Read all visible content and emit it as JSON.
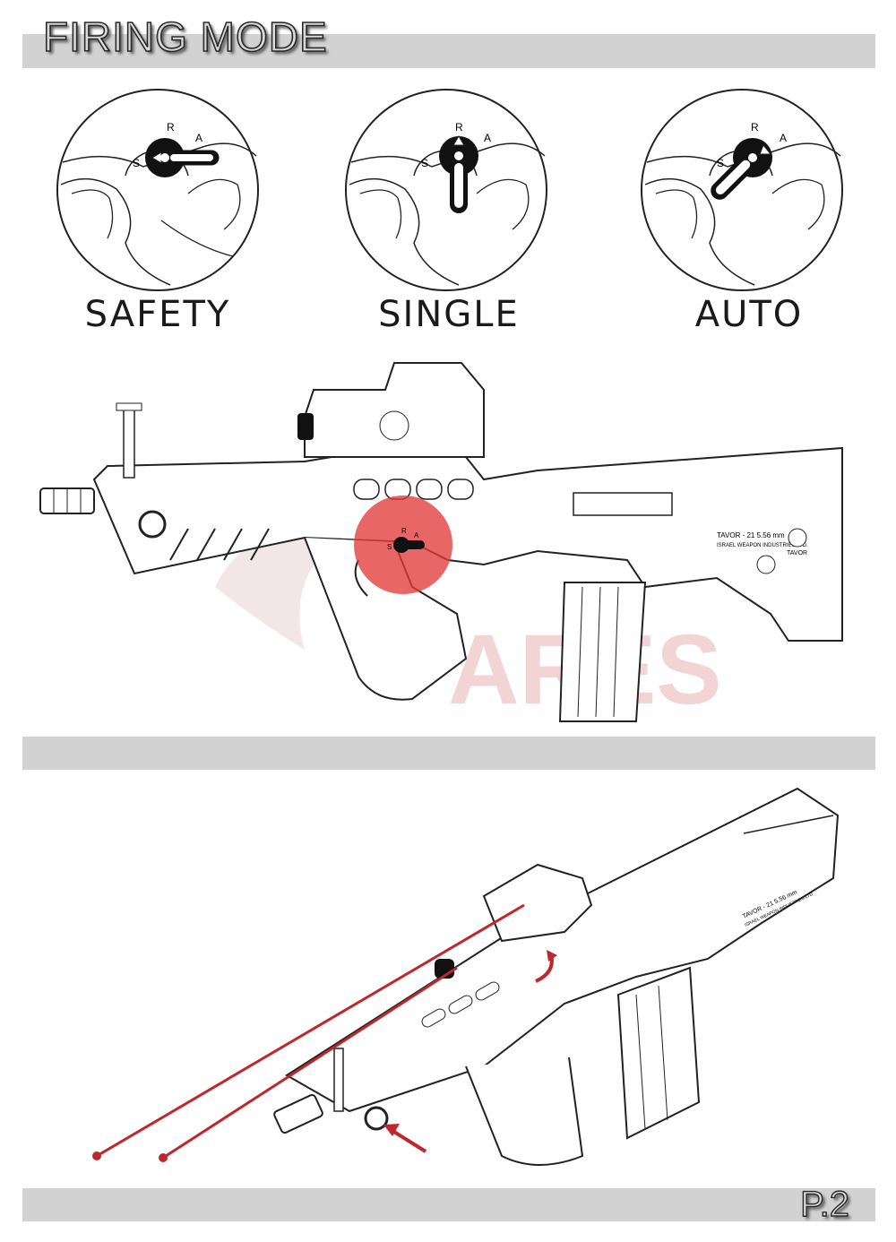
{
  "header": {
    "title": "FIRING MODE"
  },
  "modes": [
    {
      "label": "SAFETY",
      "selector_letters": [
        "S",
        "R",
        "A"
      ],
      "position": "S"
    },
    {
      "label": "SINGLE",
      "selector_letters": [
        "S",
        "R",
        "A"
      ],
      "position": "R"
    },
    {
      "label": "AUTO",
      "selector_letters": [
        "S",
        "R",
        "A"
      ],
      "position": "A"
    }
  ],
  "rifle_side": {
    "selector_letters": [
      "S",
      "R",
      "A"
    ],
    "marking_line1": "TAVOR - 21  5.56 mm",
    "marking_line2": "ISRAEL WEAPON INDUSTRIES LTD.",
    "logo_text": "TAVOR",
    "watermark": "ARES"
  },
  "rifle_iso": {
    "marking_line1": "TAVOR - 21  5.56 mm",
    "marking_line2": "ISRAEL WEAPON INDUSTRIES LTD."
  },
  "colors": {
    "highlight": "#e23b3b",
    "bar": "#d2d2d2"
  },
  "footer": {
    "page": "P.2"
  }
}
